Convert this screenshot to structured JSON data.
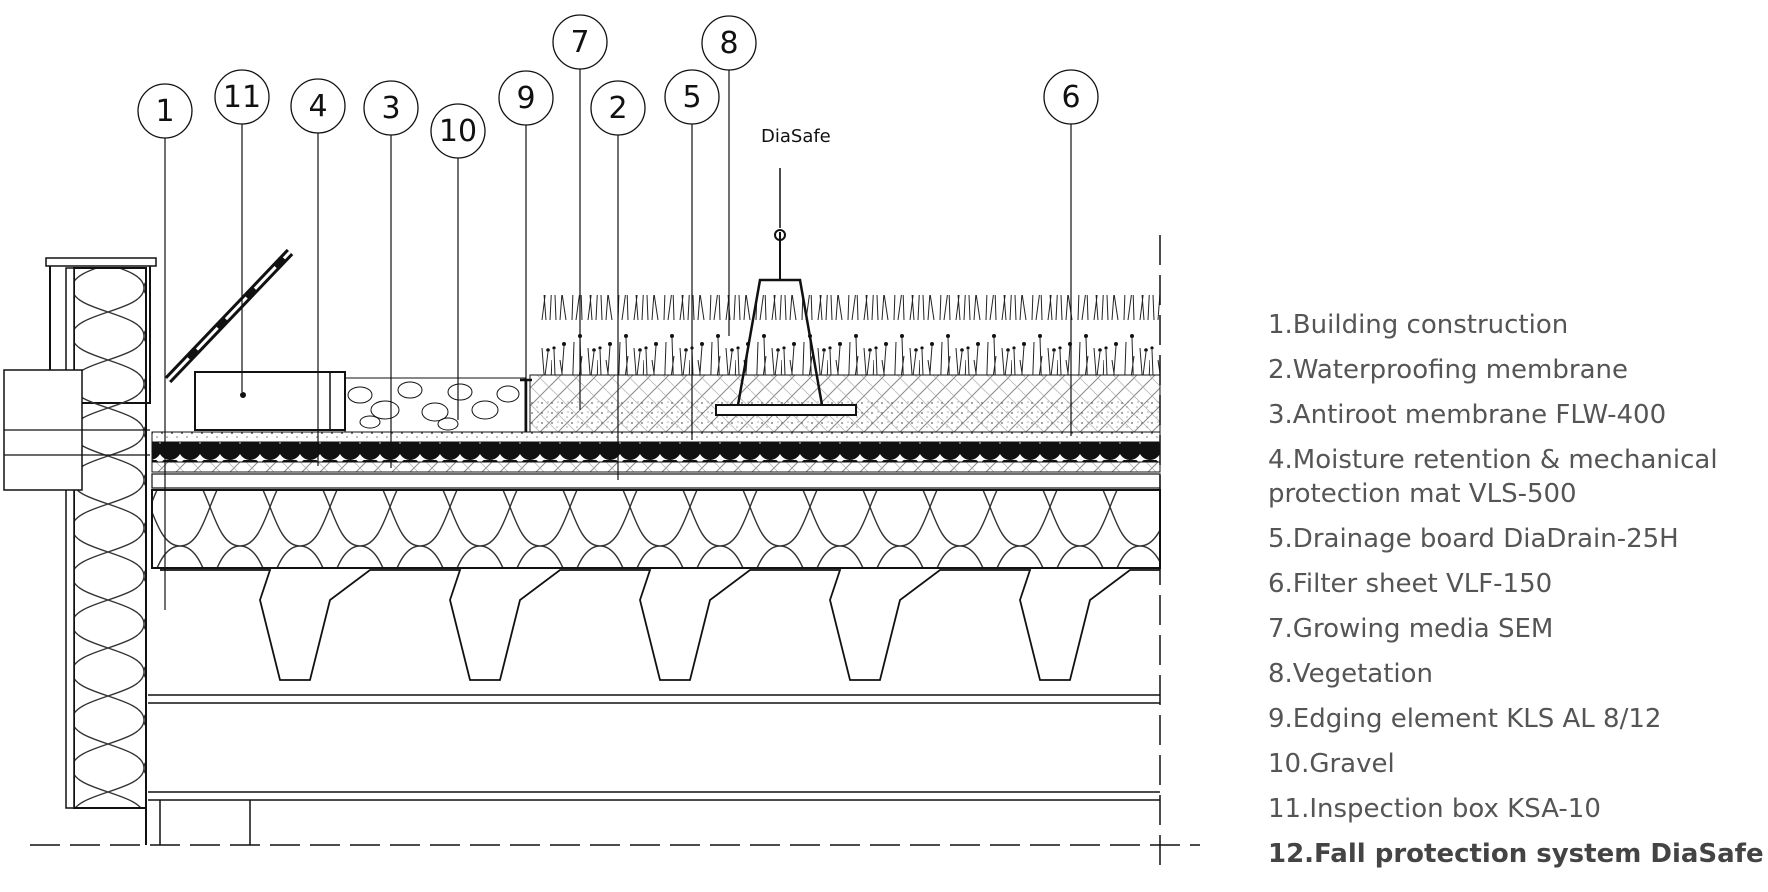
{
  "callouts": [
    "1",
    "11",
    "4",
    "3",
    "10",
    "9",
    "7",
    "2",
    "5",
    "8",
    "6"
  ],
  "product_tag": "DiaSafe",
  "legend": [
    "1.Building construction",
    "2.Waterproofing membrane",
    "3.Antiroot membrane FLW-400",
    "4.Moisture retention & mechanical protection mat VLS-500",
    "5.Drainage board DiaDrain-25H",
    "6.Filter sheet VLF-150",
    "7.Growing media SEM",
    "8.Vegetation",
    "9.Edging element KLS AL 8/12",
    "10.Gravel",
    "11.Inspection box KSA-10",
    "12.Fall protection system DiaSafe"
  ]
}
